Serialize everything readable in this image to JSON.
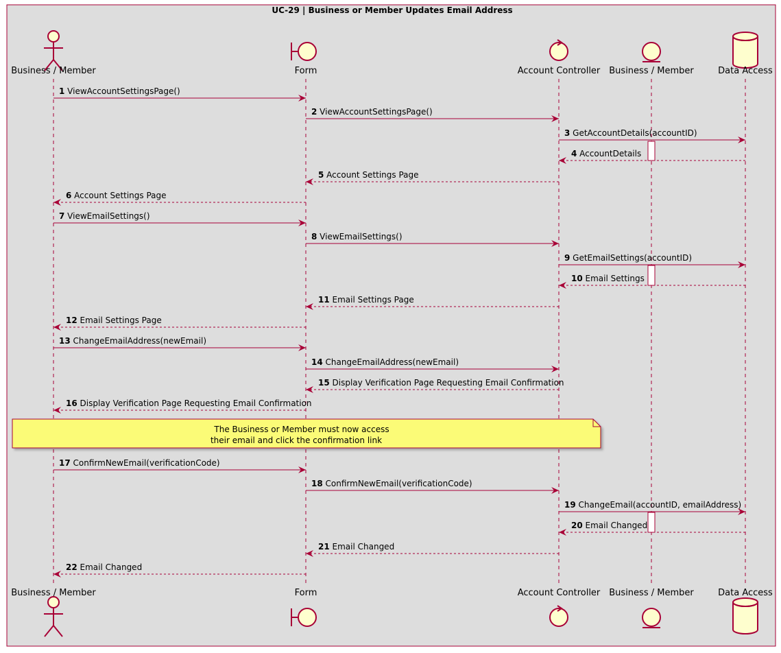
{
  "diagram": {
    "title": "UC-29 | Business or Member Updates Email Address",
    "colors": {
      "frame_border": "#A80036",
      "frame_fill": "#DDDDDD",
      "arrow": "#A80036",
      "lifeline": "#A80036",
      "participant_fill": "#FEFECE",
      "note_fill": "#FBFB77",
      "note_border": "#A80036"
    },
    "participants": [
      {
        "id": "actor",
        "type": "actor",
        "label": "Business / Member"
      },
      {
        "id": "form",
        "type": "boundary",
        "label": "Form"
      },
      {
        "id": "controller",
        "type": "control",
        "label": "Account Controller"
      },
      {
        "id": "entity",
        "type": "entity",
        "label": "Business / Member"
      },
      {
        "id": "db",
        "type": "database",
        "label": "Data Access"
      }
    ],
    "messages": [
      {
        "num": "1",
        "text": "ViewAccountSettingsPage()",
        "from": "actor",
        "to": "form",
        "style": "solid"
      },
      {
        "num": "2",
        "text": "ViewAccountSettingsPage()",
        "from": "form",
        "to": "controller",
        "style": "solid"
      },
      {
        "num": "3",
        "text": "GetAccountDetails(accountID)",
        "from": "controller",
        "to": "db",
        "style": "solid"
      },
      {
        "num": "4",
        "text": "AccountDetails",
        "from": "db",
        "to": "controller",
        "style": "dashed"
      },
      {
        "num": "5",
        "text": "Account Settings Page",
        "from": "controller",
        "to": "form",
        "style": "dashed"
      },
      {
        "num": "6",
        "text": "Account Settings Page",
        "from": "form",
        "to": "actor",
        "style": "dashed"
      },
      {
        "num": "7",
        "text": "ViewEmailSettings()",
        "from": "actor",
        "to": "form",
        "style": "solid"
      },
      {
        "num": "8",
        "text": "ViewEmailSettings()",
        "from": "form",
        "to": "controller",
        "style": "solid"
      },
      {
        "num": "9",
        "text": "GetEmailSettings(accountID)",
        "from": "controller",
        "to": "db",
        "style": "solid"
      },
      {
        "num": "10",
        "text": "Email Settings",
        "from": "db",
        "to": "controller",
        "style": "dashed"
      },
      {
        "num": "11",
        "text": "Email Settings Page",
        "from": "controller",
        "to": "form",
        "style": "dashed"
      },
      {
        "num": "12",
        "text": "Email Settings Page",
        "from": "form",
        "to": "actor",
        "style": "dashed"
      },
      {
        "num": "13",
        "text": "ChangeEmailAddress(newEmail)",
        "from": "actor",
        "to": "form",
        "style": "solid"
      },
      {
        "num": "14",
        "text": "ChangeEmailAddress(newEmail)",
        "from": "form",
        "to": "controller",
        "style": "solid"
      },
      {
        "num": "15",
        "text": "Display Verification Page Requesting Email Confirmation",
        "from": "controller",
        "to": "form",
        "style": "dashed"
      },
      {
        "num": "16",
        "text": "Display Verification Page Requesting Email Confirmation",
        "from": "form",
        "to": "actor",
        "style": "dashed"
      },
      {
        "num": "17",
        "text": "ConfirmNewEmail(verificationCode)",
        "from": "actor",
        "to": "form",
        "style": "solid"
      },
      {
        "num": "18",
        "text": "ConfirmNewEmail(verificationCode)",
        "from": "form",
        "to": "controller",
        "style": "solid"
      },
      {
        "num": "19",
        "text": "ChangeEmail(accountID, emailAddress)",
        "from": "controller",
        "to": "db",
        "style": "solid"
      },
      {
        "num": "20",
        "text": "Email Changed",
        "from": "db",
        "to": "controller",
        "style": "dashed"
      },
      {
        "num": "21",
        "text": "Email Changed",
        "from": "controller",
        "to": "form",
        "style": "dashed"
      },
      {
        "num": "22",
        "text": "Email Changed",
        "from": "form",
        "to": "actor",
        "style": "dashed"
      }
    ],
    "note": {
      "lines": [
        "The Business or Member must now access",
        "their email and click the confirmation link"
      ]
    }
  }
}
